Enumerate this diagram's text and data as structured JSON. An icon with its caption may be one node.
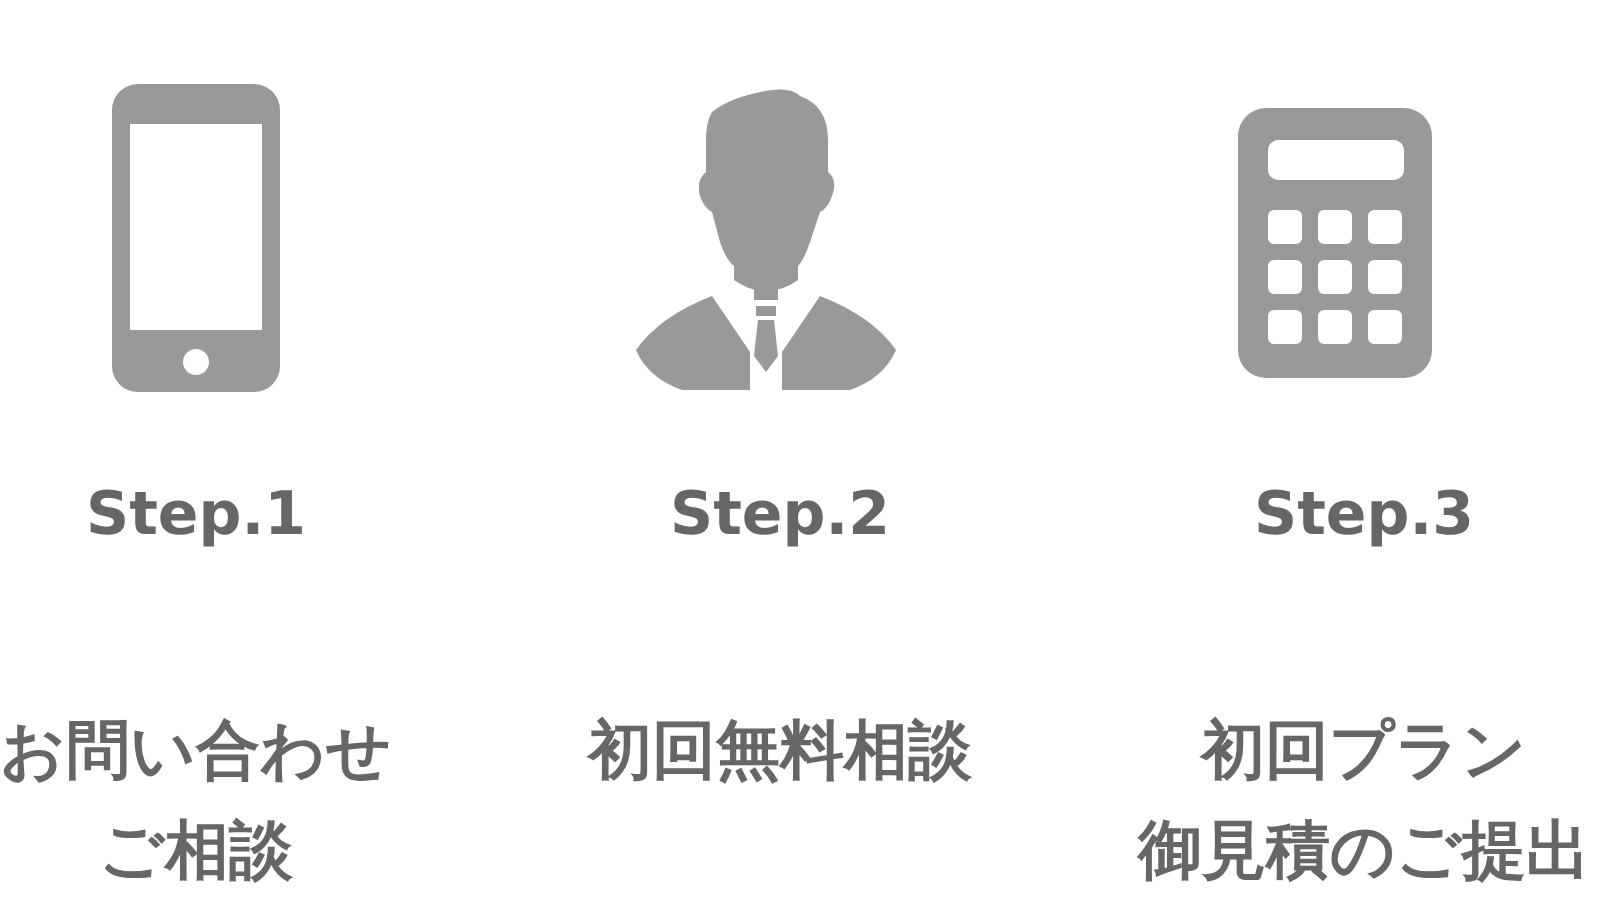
{
  "diagram": {
    "labels": [
      "Step.1",
      "Step.2",
      "Step.3",
      "お問い合わせご相談",
      "初回無料相談",
      "初回プラン御見積のご提出"
    ]
  }
}
